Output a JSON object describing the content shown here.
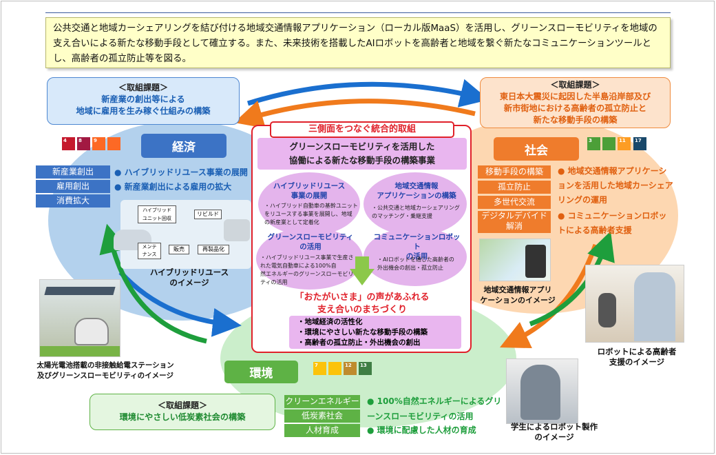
{
  "intro": {
    "text": "公共交通と地域カーシェアリングを結び付ける地域交通情報アプリケーション（ローカル版MaaS）を活用し、グリーンスローモビリティを地域の支え合いによる新たな移動手段として確立する。また、未来技術を搭載したAIロボットを高齢者と地域を繋ぐ新たなコミュニケーションツールとし、高齢者の孤立防止等を図る。"
  },
  "issue_economy": {
    "heading": "＜取組課題＞",
    "line1": "新産業の創出等による",
    "line2": "地域に雇用を生み稼ぐ仕組みの構築"
  },
  "issue_society": {
    "heading": "＜取組課題＞",
    "line1": "東日本大震災に起因した半島沿岸部及び",
    "line2": "新市街地における高齢者の孤立防止と",
    "line3": "新たな移動手段の構築"
  },
  "issue_env": {
    "heading": "＜取組課題＞",
    "line1": "環境にやさしい低炭素社会の構築"
  },
  "economy": {
    "title": "経済",
    "tags": [
      "新産業創出",
      "雇用創出",
      "消費拡大"
    ],
    "bullets": [
      "ハイブリッドリユース事業の展開",
      "新産業創出による雇用の拡大"
    ],
    "sdgs": [
      "4",
      "8",
      "9"
    ],
    "cycle": {
      "n1": "ハイブリッド\nユニット回収",
      "n2": "リビルド",
      "n3": "メンテ\nナンス",
      "n4": "販売",
      "n5": "再製品化"
    },
    "caption": "ハイブリッドリユース\nのイメージ"
  },
  "society": {
    "title": "社会",
    "tags": [
      "移動手段の構築",
      "孤立防止",
      "多世代交流",
      "デジタルデバイド\n解消"
    ],
    "bullets": [
      "地域交通情報アプリケーションを活用した地域カーシェアリングの運用",
      "コミュニケーションロボットによる高齢者支援"
    ],
    "sdgs": [
      "3",
      "11",
      "17"
    ]
  },
  "environment": {
    "title": "環境",
    "tags": [
      "クリーンエネルギー",
      "低炭素社会",
      "人材育成"
    ],
    "bullets": [
      "100%自然エネルギーによるグリーンスローモビリティの活用",
      "環境に配慮した人材の育成"
    ],
    "sdgs": [
      "7",
      "12",
      "13"
    ]
  },
  "center": {
    "banner": "三側面をつなぐ統合的取組",
    "title1": "グリーンスローモビリティを活用した",
    "title2": "協働による新たな移動手段の構築事業",
    "q1_title": "ハイブリッドリユース\n事業の展開",
    "q1_text": "・ハイブリッド自動車の基幹ユニット\nをリユースする事業を展開し、地域\nの新産業として定着化",
    "q2_title": "地域交通情報\nアプリケーションの構築",
    "q2_text": "・公共交通と地域カーシェアリング\nのマッチング・乗継支援",
    "q3_title": "グリーンスローモビリティ\nの活用",
    "q3_text": "・ハイブリッドリユース事業で生産さ\nれた電気自動車による100%自\n然エネルギーのグリーンスローモビリ\nティの活用",
    "q4_title": "コミュニケーションロボット\nの活用",
    "q4_text": "・AIロボットを通じた高齢者の\n外出機会の創出・孤立防止",
    "goal1": "「おたがいさま」の声があふれる",
    "goal2": "支え合いのまちづくり",
    "outcomes": [
      "・地域経済の活性化",
      "・環境にやさしい新たな移動手段の構築",
      "・高齢者の孤立防止・外出機会の創出"
    ]
  },
  "captions": {
    "app": "地域交通情報アプリ\nケーションのイメージ",
    "robot_elder": "ロボットによる高齢者\n支援のイメージ",
    "student": "学生によるロボット製作\nのイメージ",
    "station": "太陽光電池搭載の非接触給電ステーション\n及びグリーンスローモビリティのイメージ"
  },
  "colors": {
    "blue": "#1a6fcf",
    "orange": "#f07a1c",
    "green": "#1e9e3c",
    "red": "#e0202a"
  }
}
